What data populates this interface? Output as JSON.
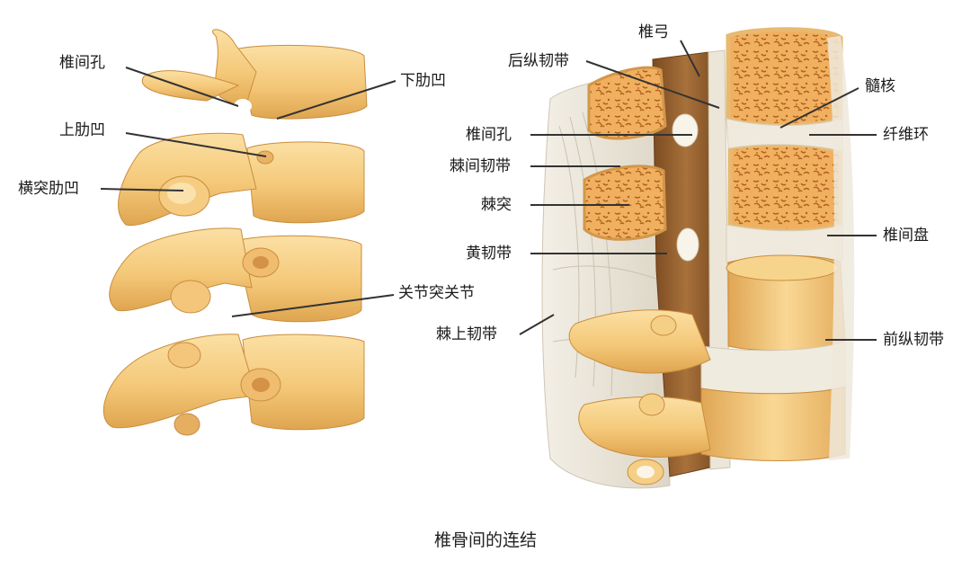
{
  "caption": "椎骨间的连结",
  "left_figure": {
    "labels": {
      "intervertebral_foramen": "椎间孔",
      "inferior_costal_fovea": "下肋凹",
      "superior_costal_fovea": "上肋凹",
      "transverse_costal_fovea": "横突肋凹",
      "zygapophyseal_joint": "关节突关节"
    }
  },
  "right_figure": {
    "labels": {
      "vertebral_arch": "椎弓",
      "posterior_longitudinal_ligament": "后纵韧带",
      "nucleus_pulposus": "髓核",
      "intervertebral_foramen": "椎间孔",
      "annulus_fibrosus": "纤维环",
      "interspinous_ligament": "棘间韧带",
      "spinous_process": "棘突",
      "intervertebral_disc": "椎间盘",
      "ligamentum_flavum": "黄韧带",
      "supraspinous_ligament": "棘上韧带",
      "anterior_longitudinal_ligament": "前纵韧带"
    }
  },
  "colors": {
    "bone": "#f6cf86",
    "bone_shade": "#dfa550",
    "bone_dark": "#b97a2d",
    "cancellous": "#e8a04e",
    "ligament": "#ece7dc",
    "cord_canal": "#8a5a2c",
    "disc": "#f1eee4",
    "leader": "#333333"
  }
}
